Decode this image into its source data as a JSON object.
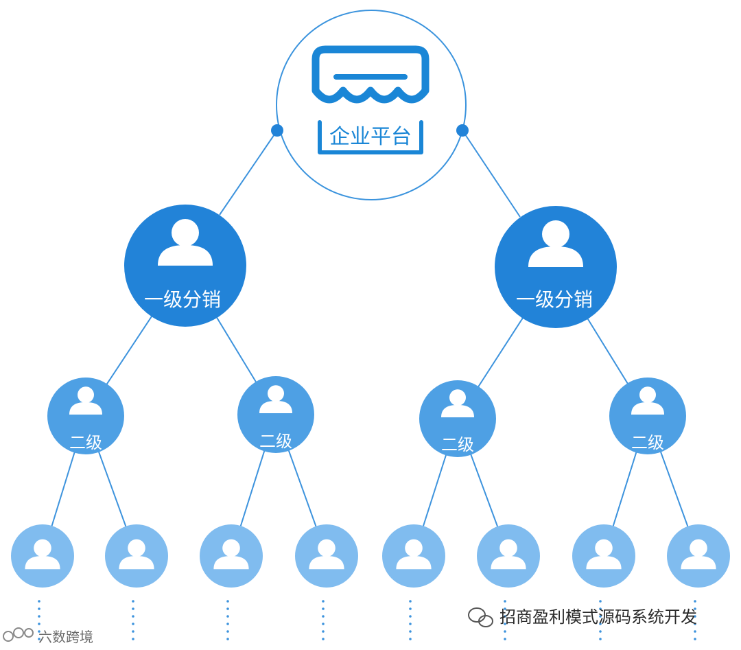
{
  "colors": {
    "platform_ring": "#2f8fde",
    "platform_icon": "#1a86d6",
    "level1": "#2283d8",
    "level2": "#4ea0e4",
    "level3": "#80bcef",
    "edge": "#3d93dd",
    "dots": "#3d93dd"
  },
  "root": {
    "label": "企业平台",
    "icon": "storefront-icon",
    "children": [
      {
        "label": "一级分销",
        "icon": "person-icon",
        "children": [
          {
            "label": "二级",
            "icon": "person-icon",
            "children": [
              {
                "icon": "person-icon"
              },
              {
                "icon": "person-icon"
              }
            ]
          },
          {
            "label": "二级",
            "icon": "person-icon",
            "children": [
              {
                "icon": "person-icon"
              },
              {
                "icon": "person-icon"
              }
            ]
          }
        ]
      },
      {
        "label": "一级分销",
        "icon": "person-icon",
        "children": [
          {
            "label": "二级",
            "icon": "person-icon",
            "children": [
              {
                "icon": "person-icon"
              },
              {
                "icon": "person-icon"
              }
            ]
          },
          {
            "label": "二级",
            "icon": "person-icon",
            "children": [
              {
                "icon": "person-icon"
              },
              {
                "icon": "person-icon"
              }
            ]
          }
        ]
      }
    ]
  },
  "continuation": "ellipsis-vertical-dots",
  "watermarks": {
    "right": {
      "icon": "wechat-icon",
      "text": "招商盈利模式源码系统开发"
    },
    "left": {
      "icon": "logo-icon",
      "text": "六数跨境"
    }
  }
}
